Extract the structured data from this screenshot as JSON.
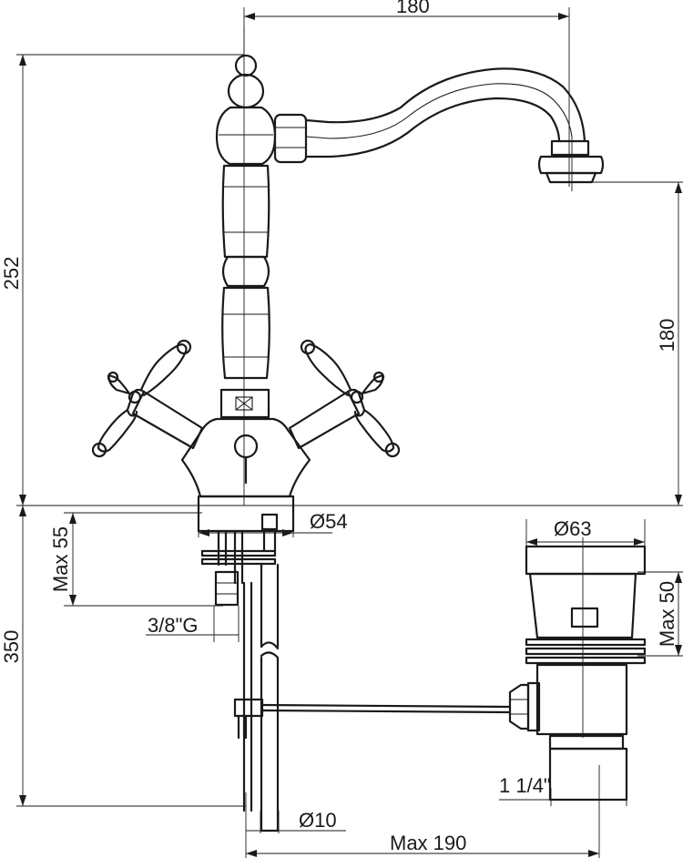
{
  "dimensions": {
    "spout_reach": "180",
    "total_height": "252",
    "spout_height": "180",
    "base_diameter": "Ø54",
    "max_deck_thickness": "Max 55",
    "connection_thread": "3/8\"G",
    "hose_length": "350",
    "waste_diameter": "Ø63",
    "waste_max_height": "Max 50",
    "waste_outlet": "1 1/4\"",
    "rod_diameter": "Ø10",
    "max_rod_reach": "Max 190"
  }
}
